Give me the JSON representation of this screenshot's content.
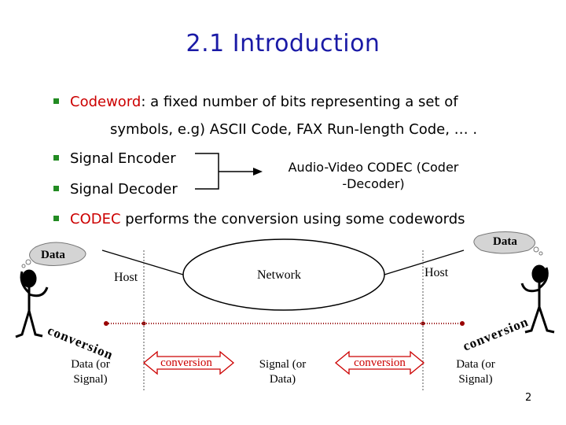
{
  "title": "2.1  Introduction",
  "bullets": {
    "b1_term": "Codeword",
    "b1_rest": ": a fixed number of bits representing a set of",
    "b1_cont": "symbols,  e.g) ASCII Code, FAX Run-length Code, … .",
    "b2": "Signal Encoder",
    "b3": "Signal Decoder",
    "codec_line1": "Audio-Video CODEC (Coder",
    "codec_line2": "-Decoder)",
    "b4_term": "CODEC",
    "b4_rest": " performs the conversion using some codewords"
  },
  "diagram": {
    "data_left": "Data",
    "data_right": "Data",
    "host_left": "Host",
    "host_right": "Host",
    "network": "Network",
    "conversion_left": "conversion",
    "conversion_right": "conversion",
    "conversion_mid_left": "conversion",
    "conversion_mid_right": "conversion",
    "data_or_signal_left_1": "Data (or",
    "data_or_signal_left_2": "Signal)",
    "signal_or_data_1": "Signal (or",
    "signal_or_data_2": "Data)",
    "data_or_signal_right_1": "Data (or",
    "data_or_signal_right_2": "Signal)"
  },
  "page_number": "2",
  "colors": {
    "title": "#1a1aa6",
    "accent_red": "#cc0000",
    "bullet": "#228b22"
  }
}
